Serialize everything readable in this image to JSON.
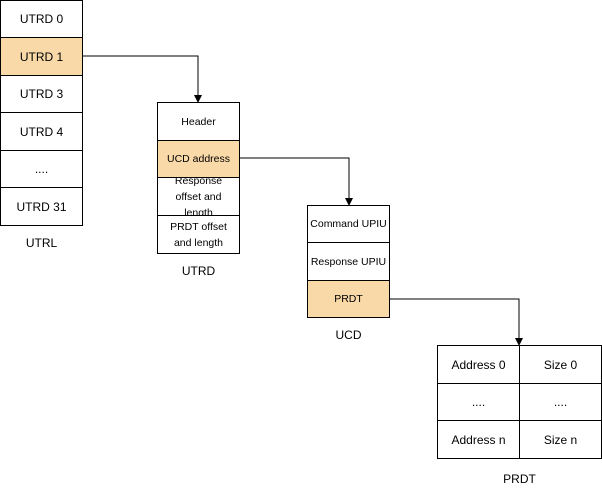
{
  "utrl": {
    "caption": "UTRL",
    "rows": [
      "UTRD 0",
      "UTRD 1",
      "UTRD 3",
      "UTRD 4",
      "....",
      "UTRD 31"
    ]
  },
  "utrd": {
    "caption": "UTRD",
    "rows": [
      "Header",
      "UCD address",
      "Response offset and length",
      "PRDT offset and length"
    ]
  },
  "ucd": {
    "caption": "UCD",
    "rows": [
      "Command UPIU",
      "Response UPIU",
      "PRDT"
    ]
  },
  "prdt": {
    "caption": "PRDT",
    "rows": [
      [
        "Address 0",
        "Size 0"
      ],
      [
        "....",
        "...."
      ],
      [
        "Address n",
        "Size n"
      ]
    ]
  },
  "colors": {
    "highlight": "#fad9a8",
    "stroke": "#000000"
  }
}
